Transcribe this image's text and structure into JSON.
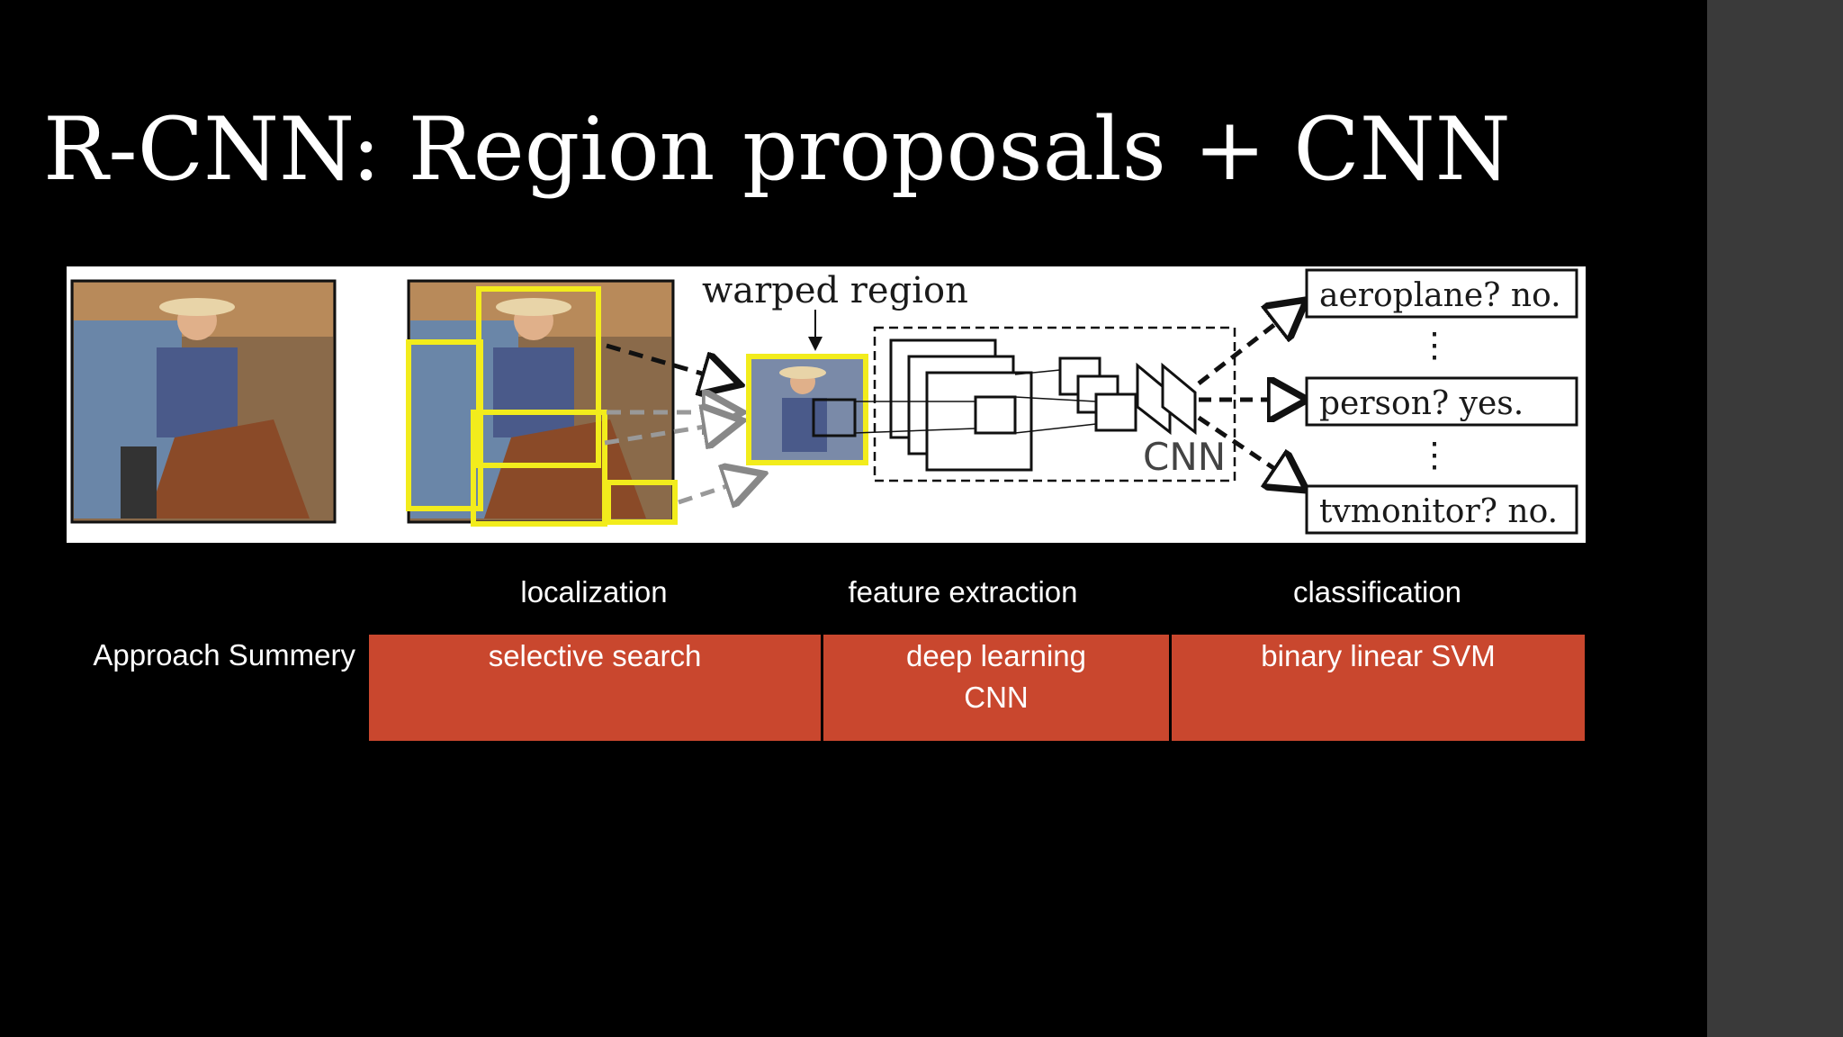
{
  "slide": {
    "title": "R-CNN: Region proposals + CNN"
  },
  "figure": {
    "warped_label": "warped region",
    "cnn_label": "CNN",
    "outputs": [
      "aeroplane? no.",
      "person? yes.",
      "tvmonitor? no."
    ],
    "ellipsis": "⋮",
    "colors": {
      "proposal_box": "#f2ec1c",
      "frame": "#111111"
    }
  },
  "stages": {
    "localization": "localization",
    "feature_extraction": "feature extraction",
    "classification": "classification"
  },
  "approach": {
    "label": "Approach Summery",
    "localization_method": "selective search",
    "feature_method_line1": "deep learning",
    "feature_method_line2": "CNN",
    "classification_method": "binary linear SVM",
    "cell_color": "#c9472e"
  }
}
